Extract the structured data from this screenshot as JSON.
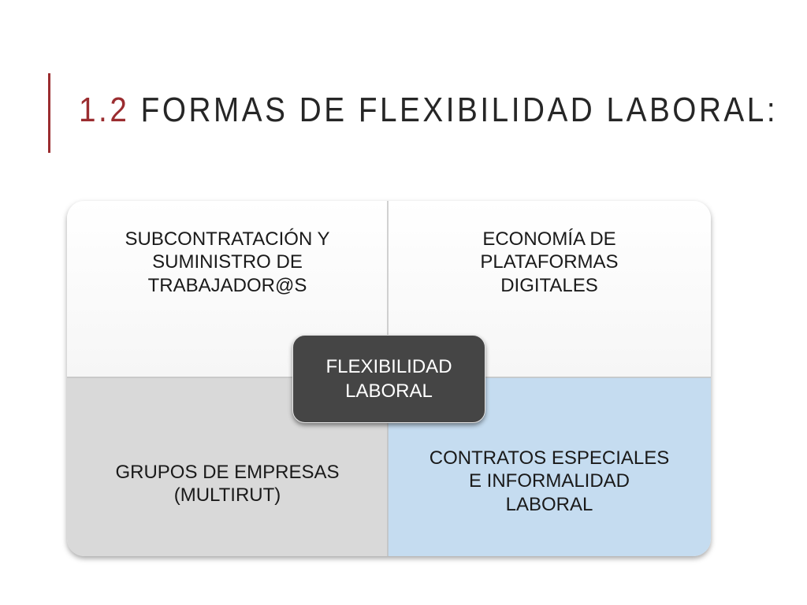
{
  "slide": {
    "title_number": "1.2",
    "title_text": "FORMAS DE FLEXIBILIDAD LABORAL:",
    "accent_color": "#9b2d30"
  },
  "matrix": {
    "center": {
      "line1": "FLEXIBILIDAD",
      "line2": "LABORAL",
      "color": "#454545"
    },
    "top_left": {
      "lines": [
        "SUBCONTRATACIÓN Y",
        "SUMINISTRO DE",
        "TRABAJADOR@S"
      ],
      "color": "#ffffff"
    },
    "top_right": {
      "lines": [
        "ECONOMÍA DE",
        "PLATAFORMAS",
        "DIGITALES"
      ],
      "color": "#ffffff"
    },
    "bottom_left": {
      "lines": [
        "GRUPOS DE EMPRESAS",
        "(MULTIRUT)"
      ],
      "color": "#d9d9d9"
    },
    "bottom_right": {
      "lines": [
        "CONTRATOS ESPECIALES",
        "E INFORMALIDAD",
        "LABORAL"
      ],
      "color": "#c5dcf0"
    }
  }
}
